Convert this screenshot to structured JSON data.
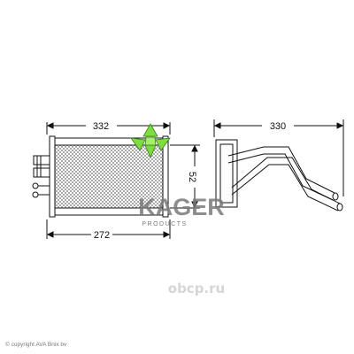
{
  "dimensions": {
    "core_width_total": "332",
    "core_height": "52",
    "core_width": "272",
    "pipe_span": "330"
  },
  "watermark": {
    "brand": "KAGER",
    "sub": "PRODUCTS",
    "site": "obcp.ru"
  },
  "copyright": "© copyright AVA Bnix bv",
  "colors": {
    "line": "#111111",
    "leaf": "#7ddc3e",
    "leaf_dark": "#3a7a1a",
    "watermark": "#7a7a7a"
  },
  "icons": {
    "watermark_logo": "green-leaf-icon"
  }
}
